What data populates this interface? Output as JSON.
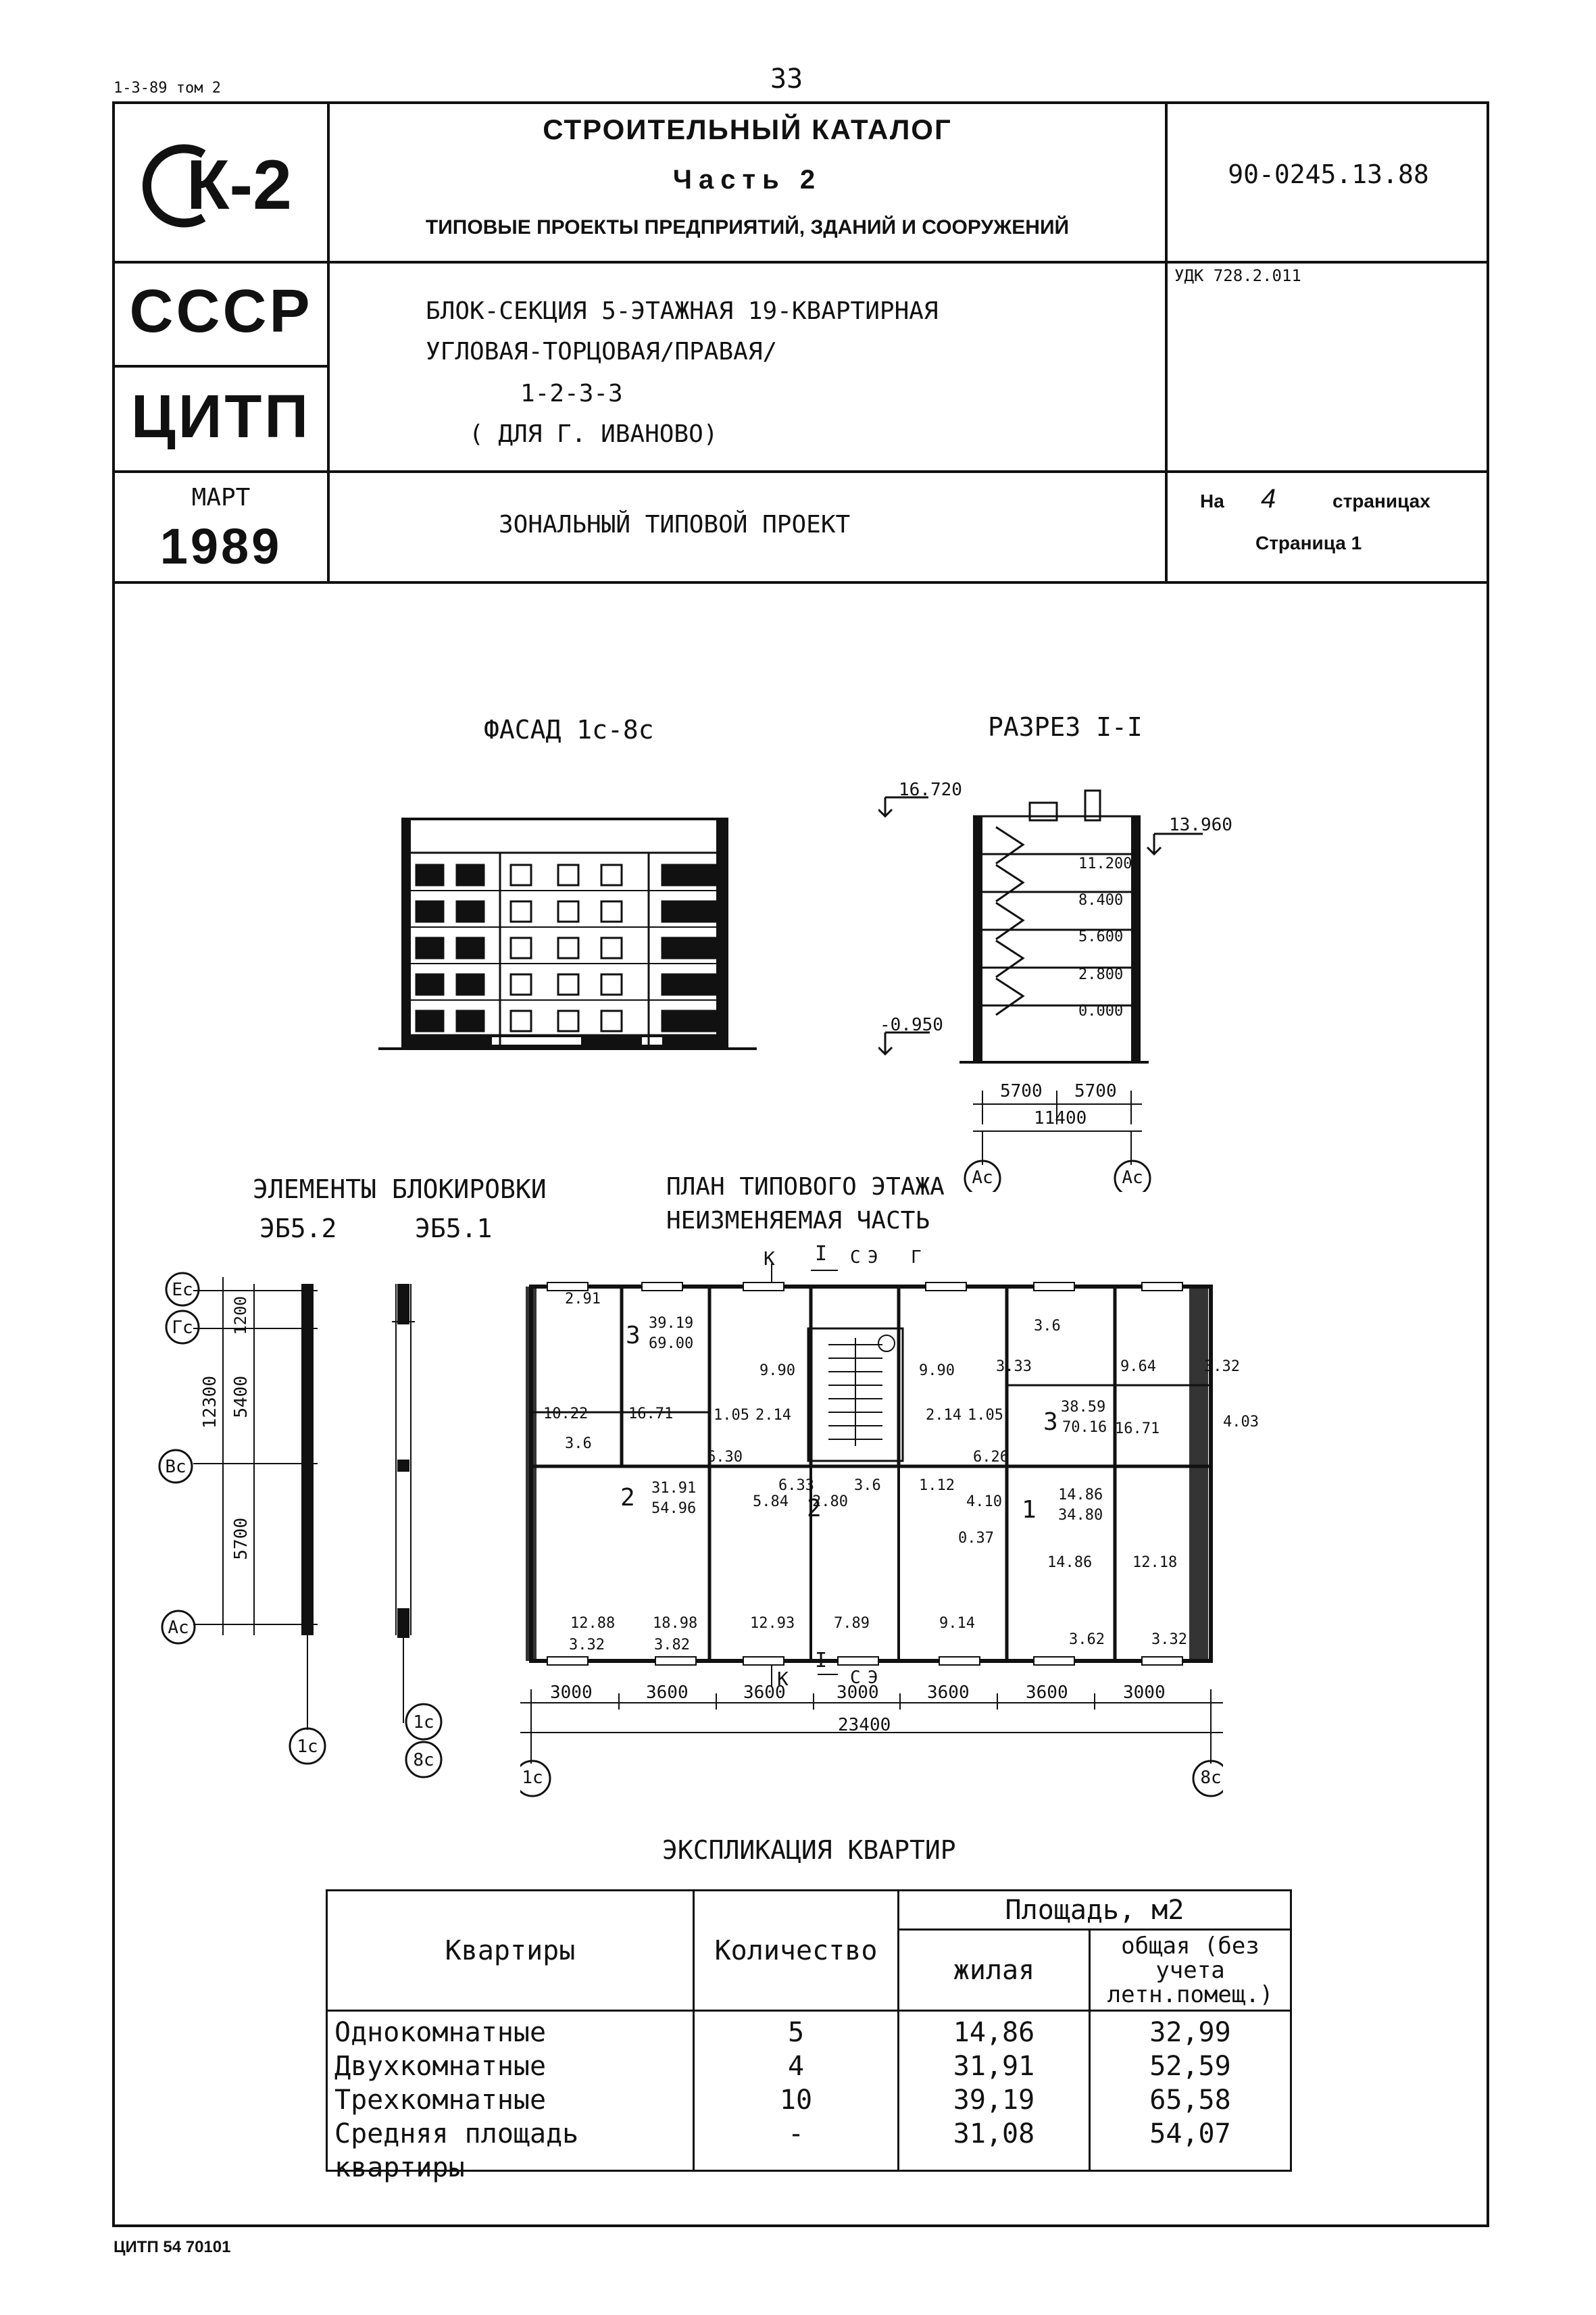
{
  "header": {
    "top_left_ref": "1-3-89 том 2",
    "page_number": "33",
    "logo_text": "К-2",
    "catalog_title": "СТРОИТЕЛЬНЫЙ КАТАЛОГ",
    "catalog_part": "Часть 2",
    "catalog_subtitle": "ТИПОВЫЕ ПРОЕКТЫ ПРЕДПРИЯТИЙ, ЗДАНИЙ И СООРУЖЕНИЙ",
    "code": "90-0245.13.88",
    "country": "СССР",
    "org": "ЦИТП",
    "udk": "УДК 728.2.011",
    "project_line1": "БЛОК-СЕКЦИЯ 5-ЭТАЖНАЯ 19-КВАРТИРНАЯ",
    "project_line2": "УГЛОВАЯ-ТОРЦОВАЯ/ПРАВАЯ/",
    "project_line3": "1-2-3-3",
    "project_line4": "( ДЛЯ  Г. ИВАНОВО)",
    "month": "МАРТ",
    "year": "1989",
    "project_type": "ЗОНАЛЬНЫЙ ТИПОВОЙ ПРОЕКТ",
    "pages_prefix": "На",
    "pages_count": "4",
    "pages_suffix": "страницах",
    "page_label": "Страница 1"
  },
  "drawings": {
    "facade_title": "ФАСАД  1с-8с",
    "section_title": "РАЗРЕЗ  I-I",
    "section_elevations": [
      "16.720",
      "13.960",
      "11.200",
      "8.400",
      "5.600",
      "2.800",
      "0.000",
      "-0.950"
    ],
    "section_dims": [
      "5700",
      "5700",
      "11400"
    ],
    "section_axes": [
      "Ас",
      "Ас"
    ],
    "blocking_title": "ЭЛЕМЕНТЫ БЛОКИРОВКИ",
    "blocking_labels": [
      "ЭБ5.2",
      "ЭБ5.1"
    ],
    "blocking_axes": [
      "Ес",
      "Гс",
      "Вс",
      "Ас"
    ],
    "blocking_dims": [
      "1200",
      "5400",
      "12300",
      "5700"
    ],
    "blocking_bottom_axes": [
      "1с",
      "1с",
      "8с"
    ],
    "plan_title_line1": "ПЛАН ТИПОВОГО ЭТАЖА",
    "plan_title_line2": "НЕИЗМЕНЯЕМАЯ ЧАСТЬ",
    "plan_room_labels": [
      "2.91",
      "39.19",
      "69.00",
      "9.90",
      "9.90",
      "3.6",
      "3.33",
      "9.64",
      "3.32",
      "10.22",
      "16.71",
      "1.05",
      "2.14",
      "2.14",
      "1.05",
      "38.59",
      "70.16",
      "16.71",
      "4.03",
      "3.6",
      "6.30",
      "6.26",
      "6.33",
      "3.6",
      "1.12",
      "31.91",
      "54.96",
      "5.84",
      "2.80",
      "4.10",
      "14.86",
      "34.80",
      "0.37",
      "14.86",
      "12.18",
      "12.88",
      "18.98",
      "12.93",
      "7.89",
      "9.14",
      "3.62",
      "3.32",
      "3.32",
      "3.82"
    ],
    "plan_room_numbers": [
      "3",
      "3",
      "2",
      "2",
      "1"
    ],
    "plan_dims": [
      "3000",
      "3600",
      "3600",
      "3000",
      "3600",
      "3600",
      "3000",
      "23400"
    ],
    "plan_axes": [
      "1с",
      "8с"
    ],
    "plan_markers": [
      "К",
      "I",
      "С",
      "Э",
      "Г",
      "К",
      "I",
      "С",
      "Э"
    ]
  },
  "explication": {
    "title": "ЭКСПЛИКАЦИЯ КВАРТИР",
    "col_apartments": "Квартиры",
    "col_count": "Количество",
    "col_area": "Площадь, м2",
    "col_living": "жилая",
    "col_total": "общая (без учета летн.помещ.)",
    "rows": [
      {
        "name": "Однокомнатные",
        "count": "5",
        "living": "14,86",
        "total": "32,99"
      },
      {
        "name": "Двухкомнатные",
        "count": "4",
        "living": "31,91",
        "total": "52,59"
      },
      {
        "name": "Трехкомнатные",
        "count": "10",
        "living": "39,19",
        "total": "65,58"
      },
      {
        "name": "Средняя площадь квартиры",
        "count": "-",
        "living": "31,08",
        "total": "54,07"
      }
    ]
  },
  "footer": {
    "code": "ЦИТП 54 70101"
  }
}
